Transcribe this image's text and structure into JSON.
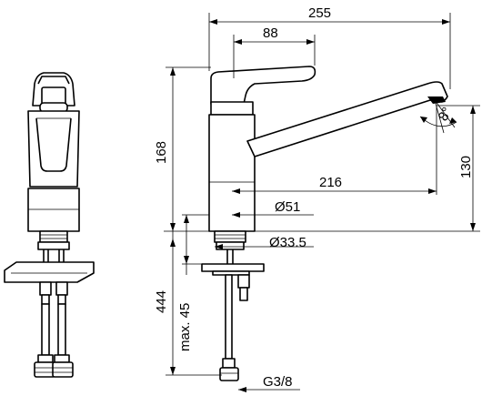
{
  "dimensions": {
    "overall_length": "255",
    "lever_length": "88",
    "spout_reach": "216",
    "height_total": "168",
    "spout_height": "130",
    "rotation_angle": "8°",
    "base_diameter": "Ø51",
    "shank_diameter": "Ø33.5",
    "max_thickness": "max. 45",
    "hose_length": "444",
    "connection_thread": "G3/8"
  }
}
